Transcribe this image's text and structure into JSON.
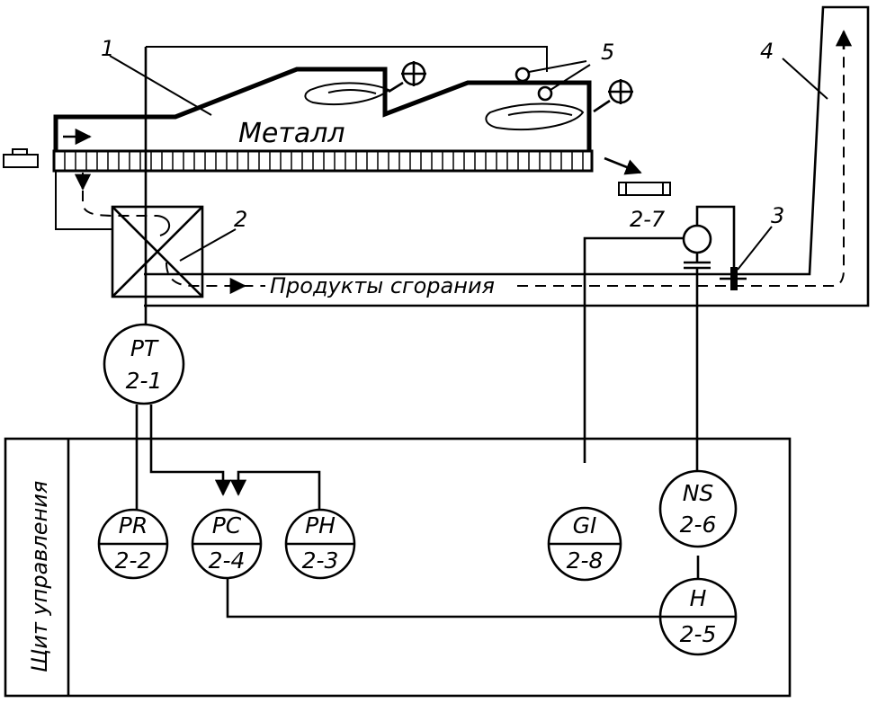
{
  "labels": {
    "metal": "Металл",
    "combustion_products": "Продукты сгорания",
    "control_panel": "Щит управления",
    "item_1": "1",
    "item_2": "2",
    "item_3": "3",
    "item_4": "4",
    "item_5": "5",
    "item_2_7": "2-7"
  },
  "instruments": [
    {
      "tag": "PT",
      "number": "2-1"
    },
    {
      "tag": "PR",
      "number": "2-2"
    },
    {
      "tag": "PC",
      "number": "2-4"
    },
    {
      "tag": "PH",
      "number": "2-3"
    },
    {
      "tag": "GI",
      "number": "2-8"
    },
    {
      "tag": "NS",
      "number": "2-6"
    },
    {
      "tag": "H",
      "number": "2-5"
    }
  ]
}
